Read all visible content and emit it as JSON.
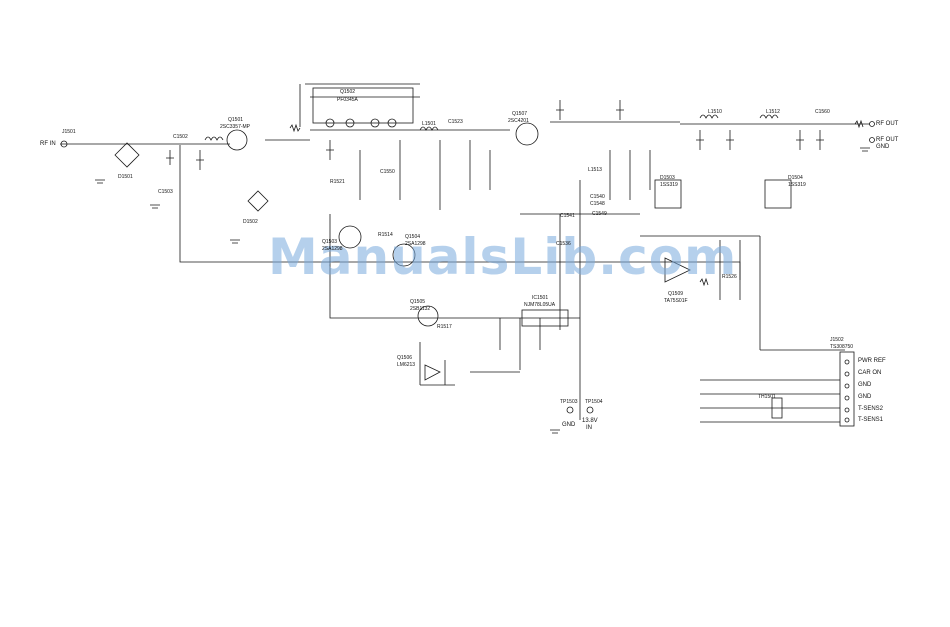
{
  "watermark": "ManualsLib.com",
  "colors": {
    "line": "#1a1a1a",
    "watermark": "#9dc1e6"
  },
  "io": {
    "rf_in": "RF IN",
    "rf_out": "RF OUT",
    "rf_out2": "RF OUT",
    "gnd_right": "GND",
    "gnd_tp": "GND",
    "v13": "13.8V",
    "v13_sub": "IN"
  },
  "components": {
    "j1501": "J1501",
    "q1502": "Q1502",
    "q1502_part": "PF0345A",
    "q1501": "Q1501",
    "q1501_part": "2SC3357-MP",
    "q1507": "Q1507",
    "q1507_part": "2SC4201",
    "d1501": "D1501",
    "d1502": "D1502",
    "q1503": "Q1503",
    "q1503_part": "2SA1298",
    "q1504": "Q1504",
    "q1504_part": "2SA1298",
    "q1505": "Q1505",
    "q1505_part": "2SB1132",
    "q1506": "Q1506",
    "q1506_part": "LM6213",
    "q1509": "Q1509",
    "q1509_part": "TA75S01F",
    "ic1501": "IC1501",
    "ic1501_part": "NJM78L05UA",
    "d1503": "D1503",
    "d1503_part": "1SS319",
    "d1504": "D1504",
    "d1504_part": "1SS319",
    "l1501": "L1501",
    "l1510": "L1510",
    "l1512": "L1512",
    "l1513": "L1513",
    "c1548": "C1548",
    "c1549": "C1549",
    "c1550": "C1550",
    "c1540": "C1540",
    "c1541": "C1541",
    "c1536": "C1536",
    "r1514": "R1514",
    "r1521": "R1521",
    "r1517": "R1517",
    "r1526": "R1526",
    "c1502": "C1502",
    "c1503": "C1503",
    "c1523": "C1523",
    "c1560": "C1560",
    "j1502": "J1502",
    "j1502_part": "TS308750",
    "tp1503": "TP1503",
    "tp1504": "TP1504",
    "th1501": "TH1501"
  },
  "connector": {
    "pins": [
      "PWR REF",
      "CAR ON",
      "GND",
      "GND",
      "T-SENS2",
      "T-SENS1"
    ]
  }
}
